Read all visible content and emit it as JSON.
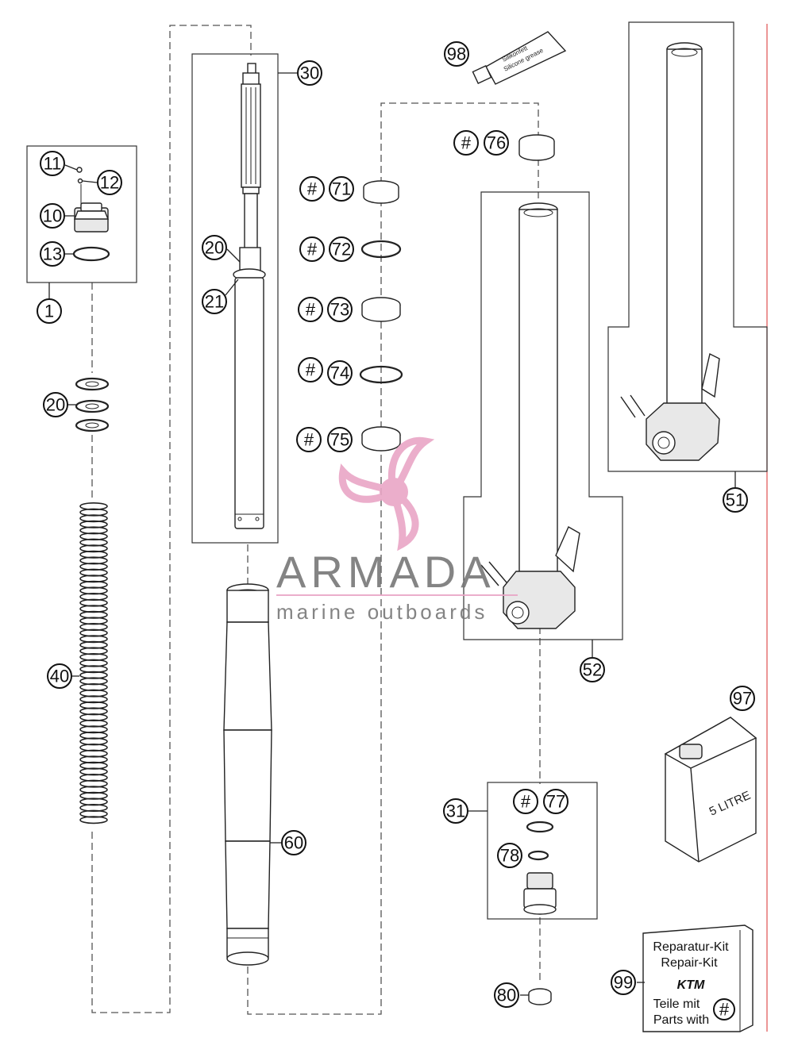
{
  "callouts": {
    "c1": "1",
    "c10": "10",
    "c11": "11",
    "c12": "12",
    "c13": "13",
    "c20a": "20",
    "c20b": "20",
    "c21": "21",
    "c30": "30",
    "c31": "31",
    "c40": "40",
    "c51": "51",
    "c52": "52",
    "c60": "60",
    "c71": "71",
    "c72": "72",
    "c73": "73",
    "c74": "74",
    "c75": "75",
    "c76": "76",
    "c77": "77",
    "c78": "78",
    "c80": "80",
    "c97": "97",
    "c98": "98",
    "c99": "99"
  },
  "hash_mark": "#",
  "tube_label": {
    "line1": "Silikonfett",
    "line2": "Silicone grease"
  },
  "canister_label": "5 LITRE",
  "kit_box": {
    "line1": "Reparatur-Kit",
    "line2": "Repair-Kit",
    "brand": "KTM",
    "line3": "Teile mit",
    "line4": "Parts with"
  },
  "watermark": {
    "title": "ARMADA",
    "subtitle": "marine outboards",
    "accent_color": "#e9a6c6"
  }
}
